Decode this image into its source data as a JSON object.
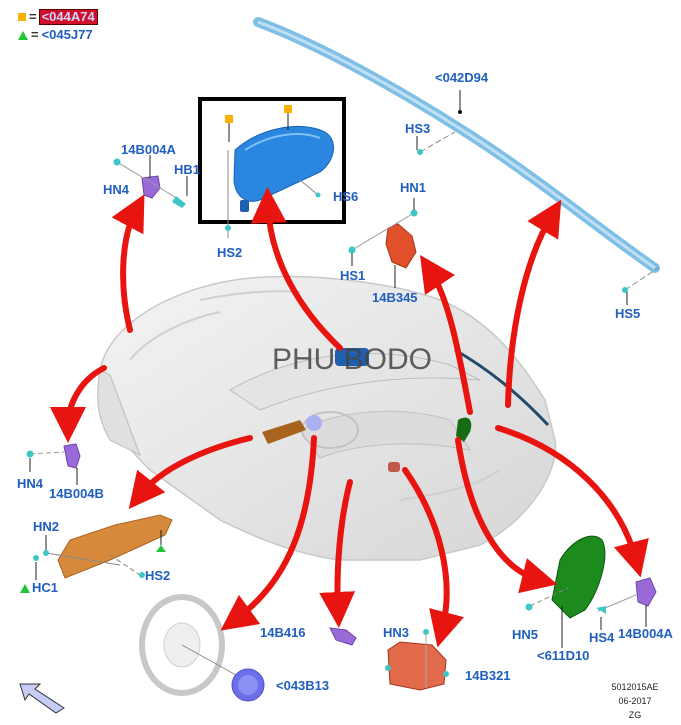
{
  "legend": [
    {
      "symbol": "square",
      "color": "#f8b100",
      "equals": "=",
      "code": "<044A74",
      "highlighted": true
    },
    {
      "symbol": "triangle",
      "color": "#22c43a",
      "equals": "=",
      "code": "<045J77",
      "highlighted": false
    }
  ],
  "watermark": "PHU BODO",
  "labels": {
    "l_14b004a_top": "14B004A",
    "l_hb1": "HB1",
    "l_hn4_top": "HN4",
    "l_hs2_top": "HS2",
    "l_hs6": "HS6",
    "l_042d94": "<042D94",
    "l_hs3": "HS3",
    "l_hn1": "HN1",
    "l_hs1": "HS1",
    "l_14b345": "14B345",
    "l_hs5": "HS5",
    "l_hn4_left": "HN4",
    "l_14b004b": "14B004B",
    "l_hn2": "HN2",
    "l_hc1": "HC1",
    "l_hs2_left": "HS2",
    "l_14b416": "14B416",
    "l_043b13": "<043B13",
    "l_hn3": "HN3",
    "l_14b321": "14B321",
    "l_hn5": "HN5",
    "l_611d10": "<611D10",
    "l_hs4": "HS4",
    "l_14b004a_right": "14B004A"
  },
  "reference": {
    "code": "5012015AE",
    "date": "06-2017",
    "initials": "ZG"
  },
  "colors": {
    "label_blue": "#1f5fbf",
    "arrow_red": "#e8140f",
    "airbag_blue": "#1f7fd8",
    "curtain_blue": "#8ec8ea",
    "sensor_orange": "#e0502a",
    "sensor_purple": "#9a6ad8",
    "knee_orange": "#d78a3c",
    "seat_green": "#1c8a1c",
    "driver_airbag": "#6a70e8",
    "fastener_teal": "#3ec6c6"
  }
}
